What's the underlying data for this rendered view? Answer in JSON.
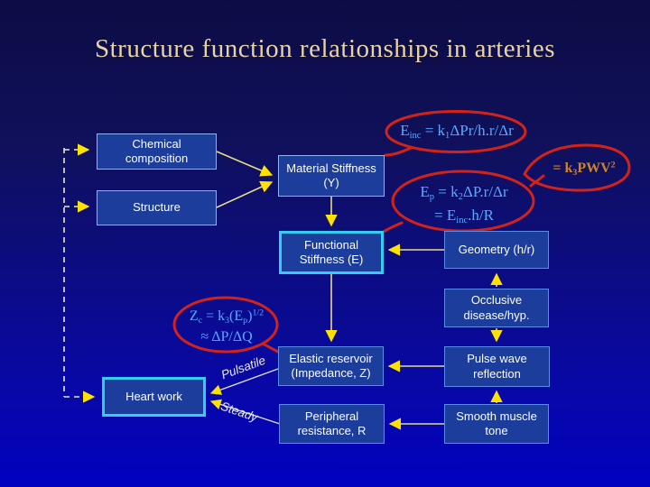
{
  "slide": {
    "title": "Structure function relationships in arteries"
  },
  "colors": {
    "background_top": "#0c0c45",
    "background_bottom": "#0101c0",
    "box_fill": "#1c3d9c",
    "box_border": "#5b8cec",
    "highlight_border": "#35ccf2",
    "formula_cyan": "#57a9fe",
    "formula_orange": "#cf8428",
    "bubble_red": "#d32318",
    "arrow_yellow": "#ffe100",
    "title_tan": "#e9d3a0"
  },
  "boxes": [
    {
      "id": "chemical-composition",
      "label": "Chemical composition"
    },
    {
      "id": "structure",
      "label": "Structure"
    },
    {
      "id": "material-stiffness",
      "label": "Material Stiffness (Y)"
    },
    {
      "id": "functional-stiffness",
      "label": "Functional Stiffness (E)"
    },
    {
      "id": "geometry",
      "label": "Geometry (h/r)"
    },
    {
      "id": "occlusive-disease",
      "label": "Occlusive disease/hyp."
    },
    {
      "id": "pulse-wave-reflection",
      "label": "Pulse wave reflection"
    },
    {
      "id": "elastic-reservoir",
      "label": "Elastic reservoir (Impedance, Z)"
    },
    {
      "id": "peripheral-resistance",
      "label": "Peripheral resistance, R"
    },
    {
      "id": "smooth-muscle-tone",
      "label": "Smooth muscle tone"
    },
    {
      "id": "heart-work",
      "label": "Heart work"
    }
  ],
  "formulas": {
    "einc": [
      {
        "t": "E"
      },
      {
        "t": "inc",
        "s": "sub"
      },
      {
        "t": " = k"
      },
      {
        "t": "1",
        "s": "sub"
      },
      {
        "t": "ΔPr/h.r/Δr"
      }
    ],
    "pwv": [
      {
        "t": "= k"
      },
      {
        "t": "3",
        "s": "sub"
      },
      {
        "t": "PWV"
      },
      {
        "t": "2",
        "s": "sup"
      }
    ],
    "ep_line1": [
      {
        "t": "E"
      },
      {
        "t": "p",
        "s": "sub"
      },
      {
        "t": " = k"
      },
      {
        "t": "2",
        "s": "sub"
      },
      {
        "t": "ΔP.r/Δr"
      }
    ],
    "ep_line2": [
      {
        "t": "= E"
      },
      {
        "t": "inc",
        "s": "sub"
      },
      {
        "t": ".h/R"
      }
    ],
    "zc_line1": [
      {
        "t": "Z"
      },
      {
        "t": "c",
        "s": "sub"
      },
      {
        "t": " = k"
      },
      {
        "t": "3",
        "s": "sub"
      },
      {
        "t": "(E"
      },
      {
        "t": "p",
        "s": "sub"
      },
      {
        "t": ")"
      },
      {
        "t": "1/2",
        "s": "sup"
      }
    ],
    "zc_line2": [
      {
        "t": "≈ ΔP/ΔQ"
      }
    ]
  },
  "edge_labels": {
    "pulsatile": "Pulsatile",
    "steady": "Steady"
  }
}
